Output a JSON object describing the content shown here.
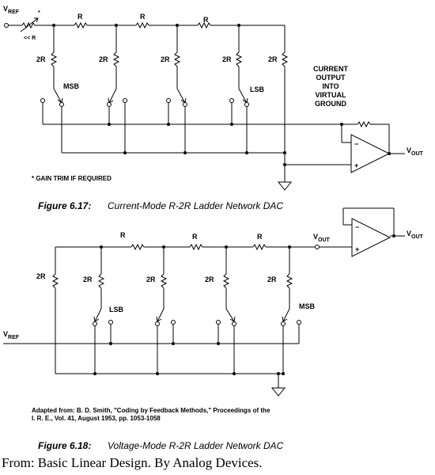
{
  "fig1": {
    "vref": "V",
    "vref_sub": "REF",
    "r_labels": [
      "R",
      "R",
      "R"
    ],
    "trim_label": "<< R",
    "trim_star": "*",
    "r2_labels": [
      "2R",
      "2R",
      "2R",
      "2R",
      "2R"
    ],
    "msb": "MSB",
    "lsb": "LSB",
    "output_note": [
      "CURRENT",
      "OUTPUT",
      "INTO",
      "VIRTUAL",
      "GROUND"
    ],
    "vout": "V",
    "vout_sub": "OUT",
    "gain_note": "* GAIN TRIM IF REQUIRED",
    "caption_num": "Figure 6.17:",
    "caption_text": "Current-Mode R-2R Ladder Network DAC"
  },
  "fig2": {
    "r_labels": [
      "R",
      "R",
      "R"
    ],
    "r2_labels": [
      "2R",
      "2R",
      "2R",
      "2R",
      "2R"
    ],
    "lsb": "LSB",
    "msb": "MSB",
    "vref": "V",
    "vref_sub": "REF",
    "vout_node": "V",
    "vout_node_sub": "OUT",
    "vout": "V",
    "vout_sub": "OUT",
    "adapted_line1": "Adapted from: B. D. Smith, \"Coding by Feedback Methods,\" Proceedings of the",
    "adapted_line2": "I. R. E., Vol. 41, August 1953, pp. 1053-1058",
    "caption_num": "Figure 6.18:",
    "caption_text": "Voltage-Mode R-2R Ladder Network DAC"
  },
  "source": "From: Basic Linear Design. By Analog Devices."
}
